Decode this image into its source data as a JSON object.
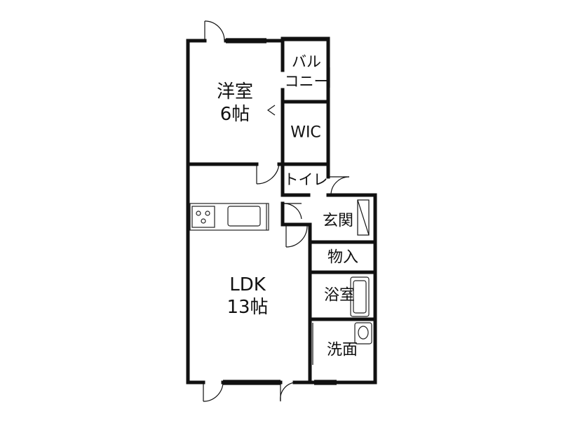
{
  "floor_plan": {
    "rooms": [
      {
        "id": "western-room",
        "name": "洋室",
        "size": "6帖"
      },
      {
        "id": "balcony",
        "name_line1": "バル",
        "name_line2": "コニー"
      },
      {
        "id": "walk-in-closet",
        "name": "WIC"
      },
      {
        "id": "toilet",
        "name": "トイレ"
      },
      {
        "id": "entrance",
        "name": "玄関"
      },
      {
        "id": "storage",
        "name": "物入"
      },
      {
        "id": "bathroom",
        "name": "浴室"
      },
      {
        "id": "washroom",
        "name": "洗面"
      },
      {
        "id": "ldk",
        "name": "LDK",
        "size": "13帖"
      }
    ]
  },
  "colors": {
    "wall": "#111111",
    "fixture_stroke": "#222222",
    "background": "#ffffff"
  }
}
